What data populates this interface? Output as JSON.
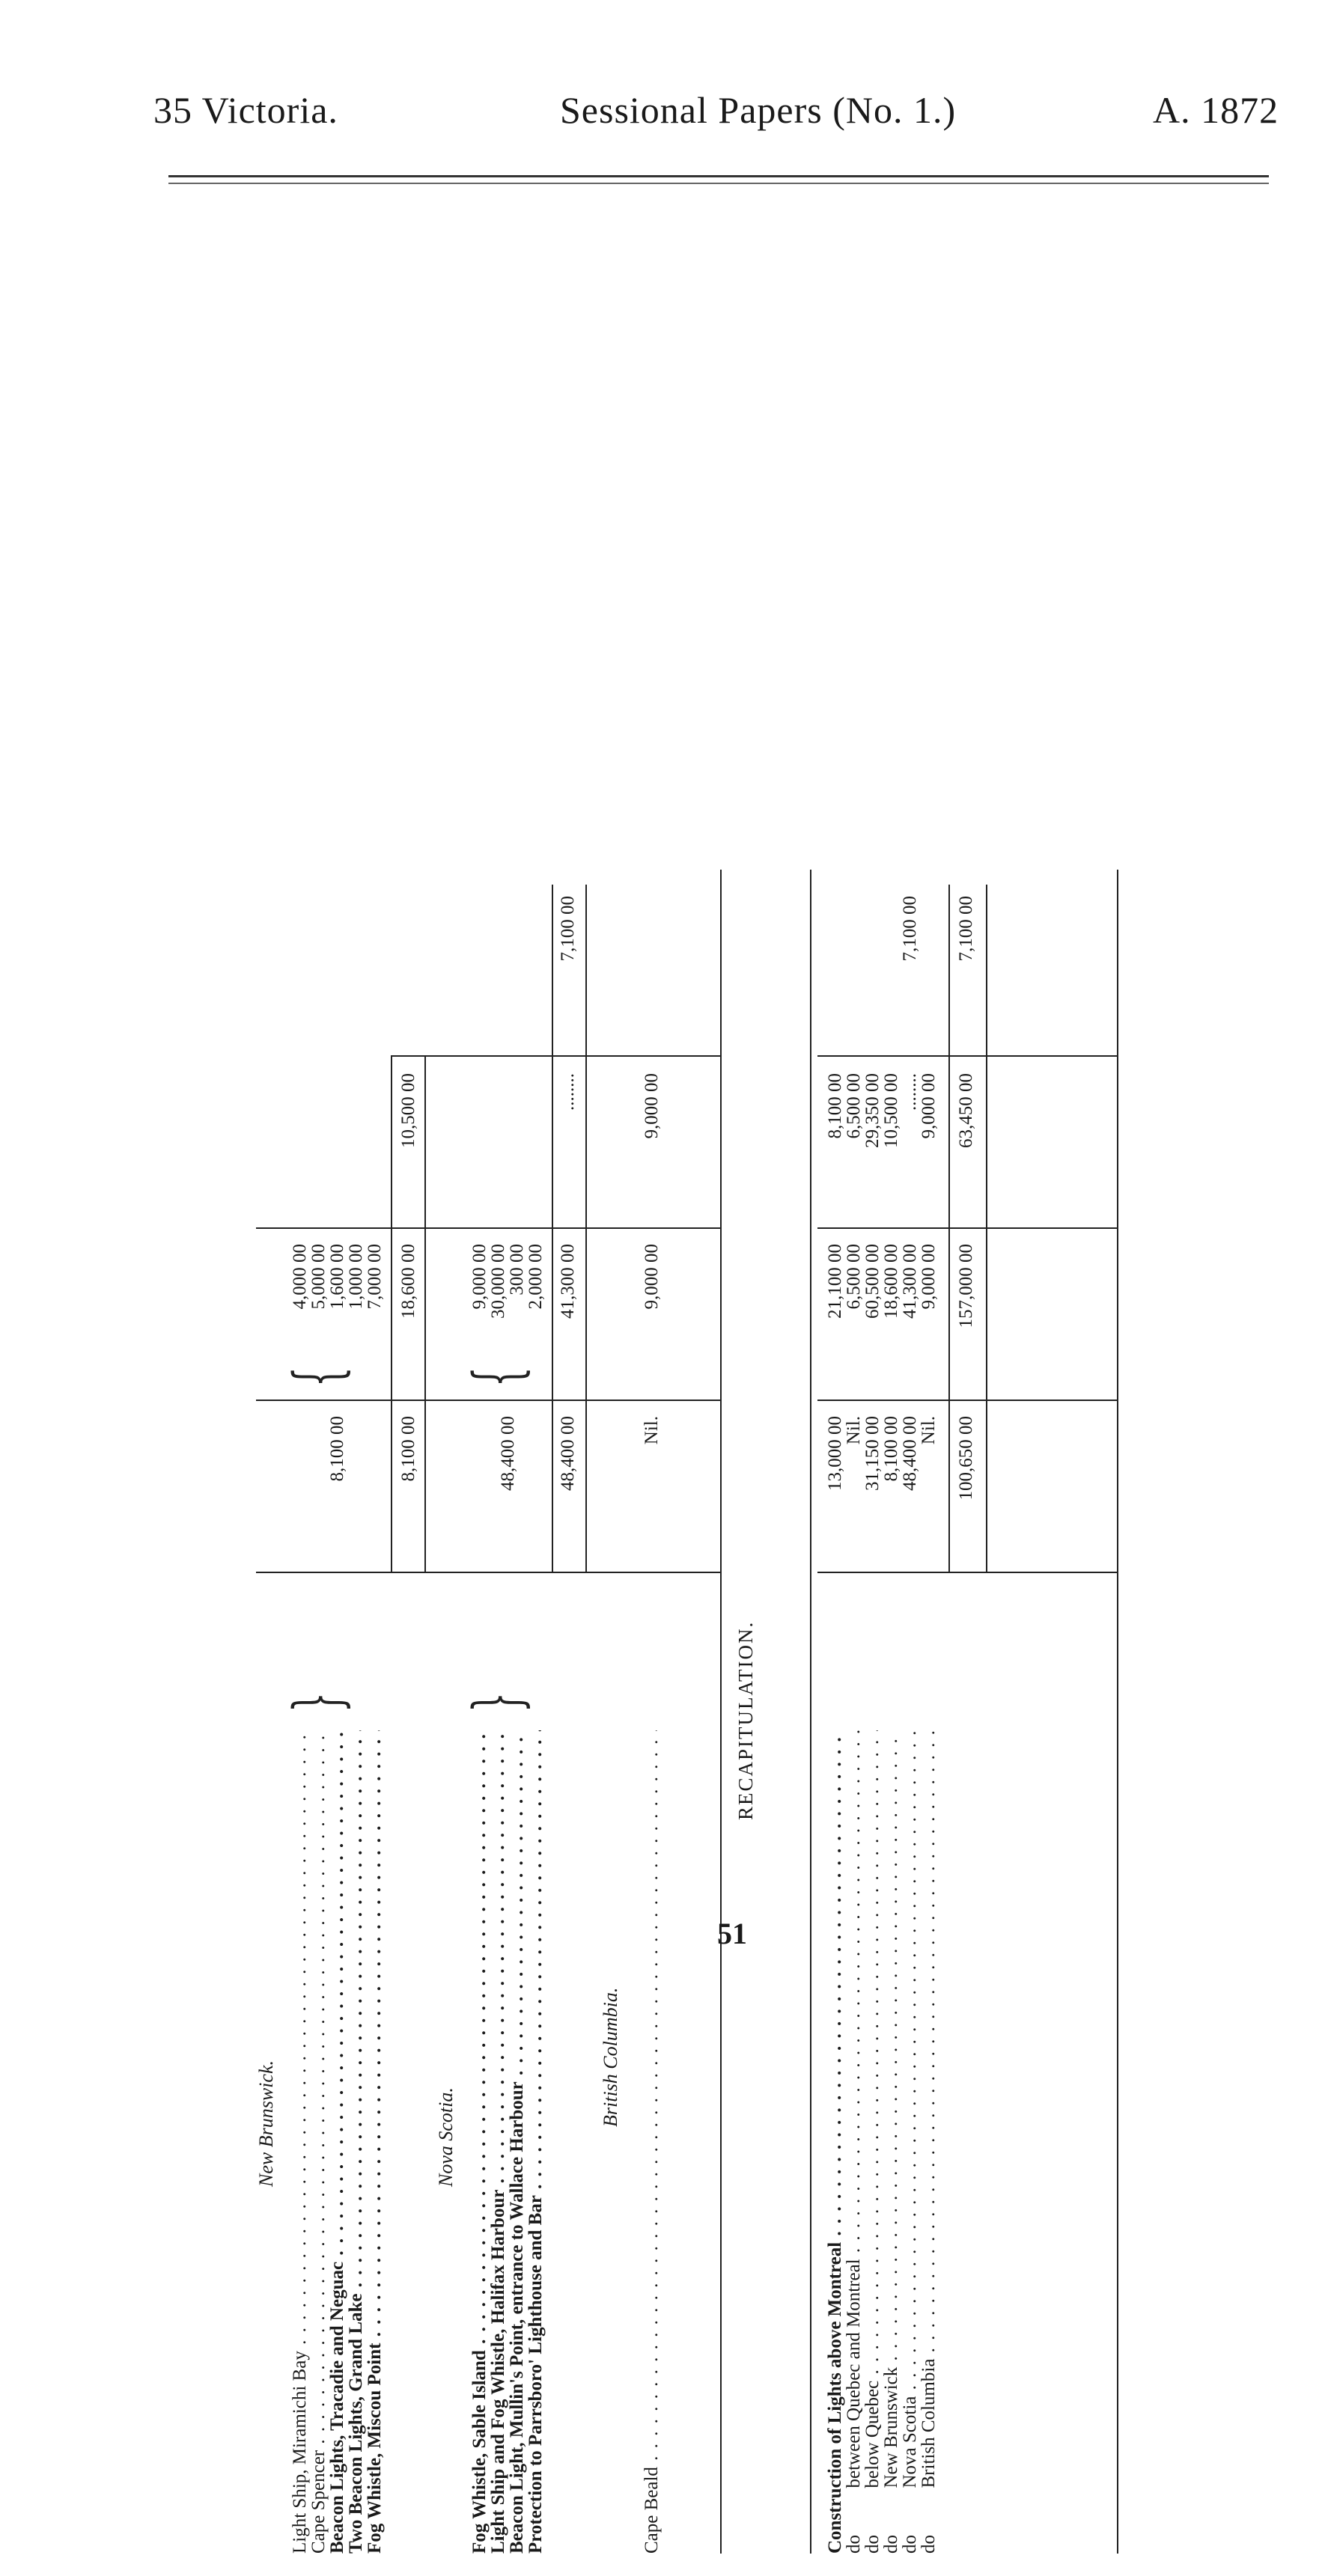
{
  "header": {
    "left": "35 Victoria.",
    "center": "Sessional Papers (No. 1.)",
    "right": "A. 1872"
  },
  "page_number": "51",
  "sections": {
    "nb_title": "New Brunswick.",
    "ns_title": "Nova Scotia.",
    "bc_title": "British Columbia.",
    "recap_title": "RECAPITULATION."
  },
  "nb": {
    "rows": [
      {
        "label": "Light Ship, Miramichi Bay",
        "c2": "4,000 00"
      },
      {
        "label": "Cape Spencer",
        "c2": "5,000 00"
      },
      {
        "label": "Beacon Lights, Tracadie and Neguac",
        "c2": "1,600 00"
      },
      {
        "label": "Two Beacon Lights, Grand Lake",
        "c2": "1,000 00"
      },
      {
        "label": "Fog Whistle, Miscou Point",
        "c2": "7,000 00"
      }
    ],
    "group_c1": "8,100 00",
    "total": {
      "c1": "8,100 00",
      "c2": "18,600 00",
      "c3": "10,500 00"
    }
  },
  "ns": {
    "rows": [
      {
        "label": "Fog Whistle, Sable Island",
        "c2": "9,000 00"
      },
      {
        "label": "Light Ship and Fog Whistle, Halifax Harbour",
        "c2": "30,000 00"
      },
      {
        "label": "Beacon Light, Mullin's Point, entrance to Wallace Harbour",
        "c2": "300 00"
      },
      {
        "label": "Protection to Parrsboro' Lighthouse and Bar",
        "c2": "2,000 00"
      }
    ],
    "group_c1": "48,400 00",
    "total": {
      "c1": "48,400 00",
      "c2": "41,300 00",
      "c3": "........",
      "c4": "7,100 00"
    }
  },
  "bc": {
    "rows": [
      {
        "label": "Cape Beald",
        "c1": "Nil.",
        "c2": "9,000 00",
        "c3": "9,000 00"
      }
    ]
  },
  "recap": {
    "rows": [
      {
        "label": "Construction of Lights above Montreal",
        "c1": "13,000 00",
        "c2": "21,100 00",
        "c3": "8,100 00"
      },
      {
        "label": "do          between Quebec and Montreal",
        "c1": "Nil.",
        "c2": "6,500 00",
        "c3": "6,500 00"
      },
      {
        "label": "do          below Quebec",
        "c1": "31,150 00",
        "c2": "60,500 00",
        "c3": "29,350 00"
      },
      {
        "label": "do          New Brunswick",
        "c1": "8,100 00",
        "c2": "18,600 00",
        "c3": "10,500 00"
      },
      {
        "label": "do          Nova Scotia",
        "c1": "48,400 00",
        "c2": "41,300 00",
        "c3": "........",
        "c4": "7,100 00"
      },
      {
        "label": "do          British Columbia",
        "c1": "Nil.",
        "c2": "9,000 00",
        "c3": "9,000 00"
      }
    ],
    "total": {
      "c1": "100,650 00",
      "c2": "157,000 00",
      "c3": "63,450 00",
      "c4": "7,100 00"
    }
  }
}
